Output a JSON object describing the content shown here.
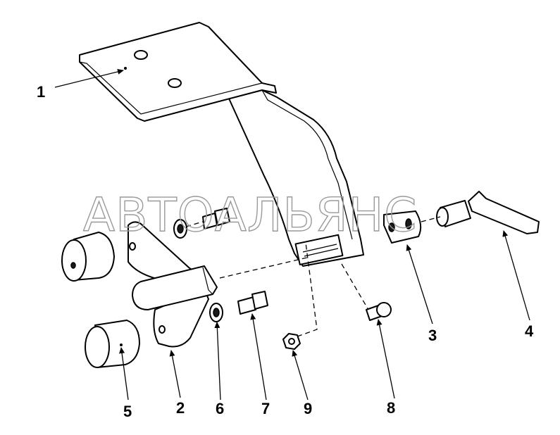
{
  "watermark": "АВТОАЛЬЯНС",
  "callouts": {
    "c1": "1",
    "c2": "2",
    "c3": "3",
    "c4": "4",
    "c5": "5",
    "c6": "6",
    "c7": "7",
    "c8": "8",
    "c9": "9"
  },
  "colors": {
    "line": "#000000",
    "watermark": "#9a9a9a",
    "background": "#ffffff"
  }
}
